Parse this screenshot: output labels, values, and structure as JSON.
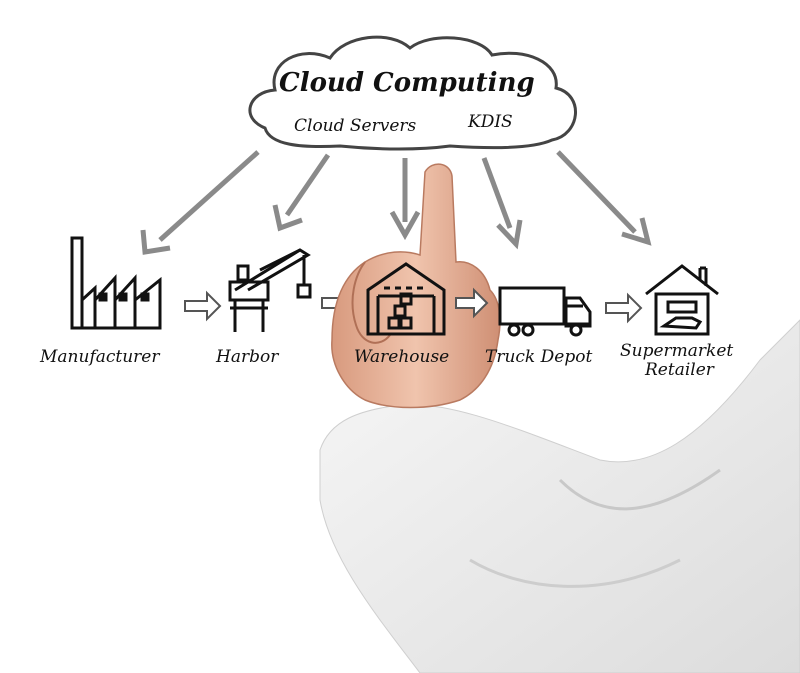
{
  "cloud": {
    "title": "Cloud Computing",
    "servers_label": "Cloud Servers",
    "kdis_label": "KDIS"
  },
  "nodes": {
    "manufacturer": "Manufacturer",
    "harbor": "Harbor",
    "warehouse": "Warehouse",
    "truck_depot": "Truck Depot",
    "supermarket_line1": "Supermarket",
    "supermarket_line2": "Retailer"
  },
  "colors": {
    "ink": "#111111",
    "arrow": "#8a8a8a",
    "skin": "#e8b9a0",
    "sleeve": "#eeeeee"
  }
}
